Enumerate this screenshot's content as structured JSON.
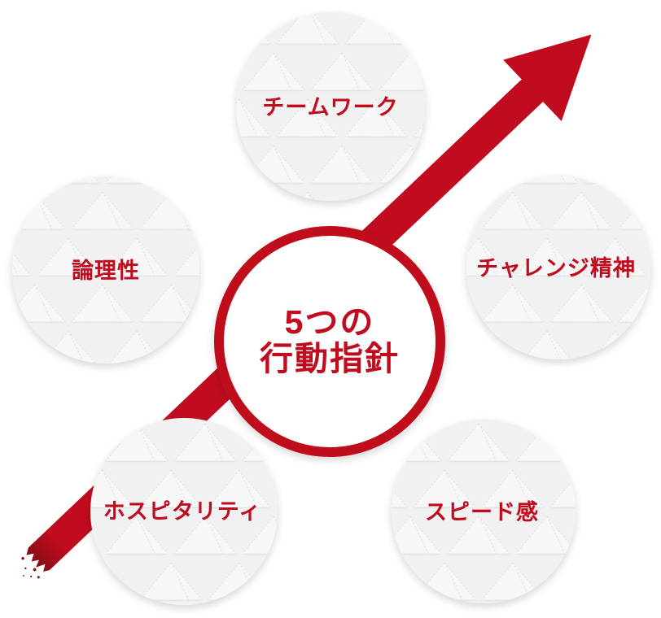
{
  "diagram": {
    "center": {
      "line1": "5つの",
      "line2": "行動指針"
    },
    "nodes": [
      {
        "label": "チームワーク"
      },
      {
        "label": "論理性"
      },
      {
        "label": "チャレンジ精神"
      },
      {
        "label": "ホスピタリティ"
      },
      {
        "label": "スピード感"
      }
    ],
    "colors": {
      "accent": "#c00c1e",
      "accent_dark": "#820d17",
      "circle_bg": "#f1f1f1",
      "center_bg": "#ffffff"
    }
  }
}
